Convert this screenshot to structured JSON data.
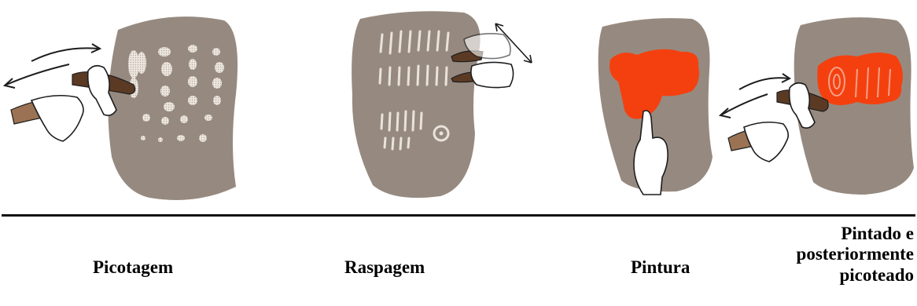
{
  "colors": {
    "stone": "#968a80",
    "paint": "#f4400f",
    "tool": "#5b3a24",
    "tool_handle": "#9b7354",
    "marks": "#e9e3dc",
    "ink": "#1d1d1d",
    "rule": "#111111"
  },
  "captions": {
    "picotagem": "Picotagem",
    "raspagem": "Raspagem",
    "pintura": "Pintura",
    "pintado_line1": "Pintado e",
    "pintado_line2": "posteriormente",
    "pintado_line3": "picoteado"
  }
}
